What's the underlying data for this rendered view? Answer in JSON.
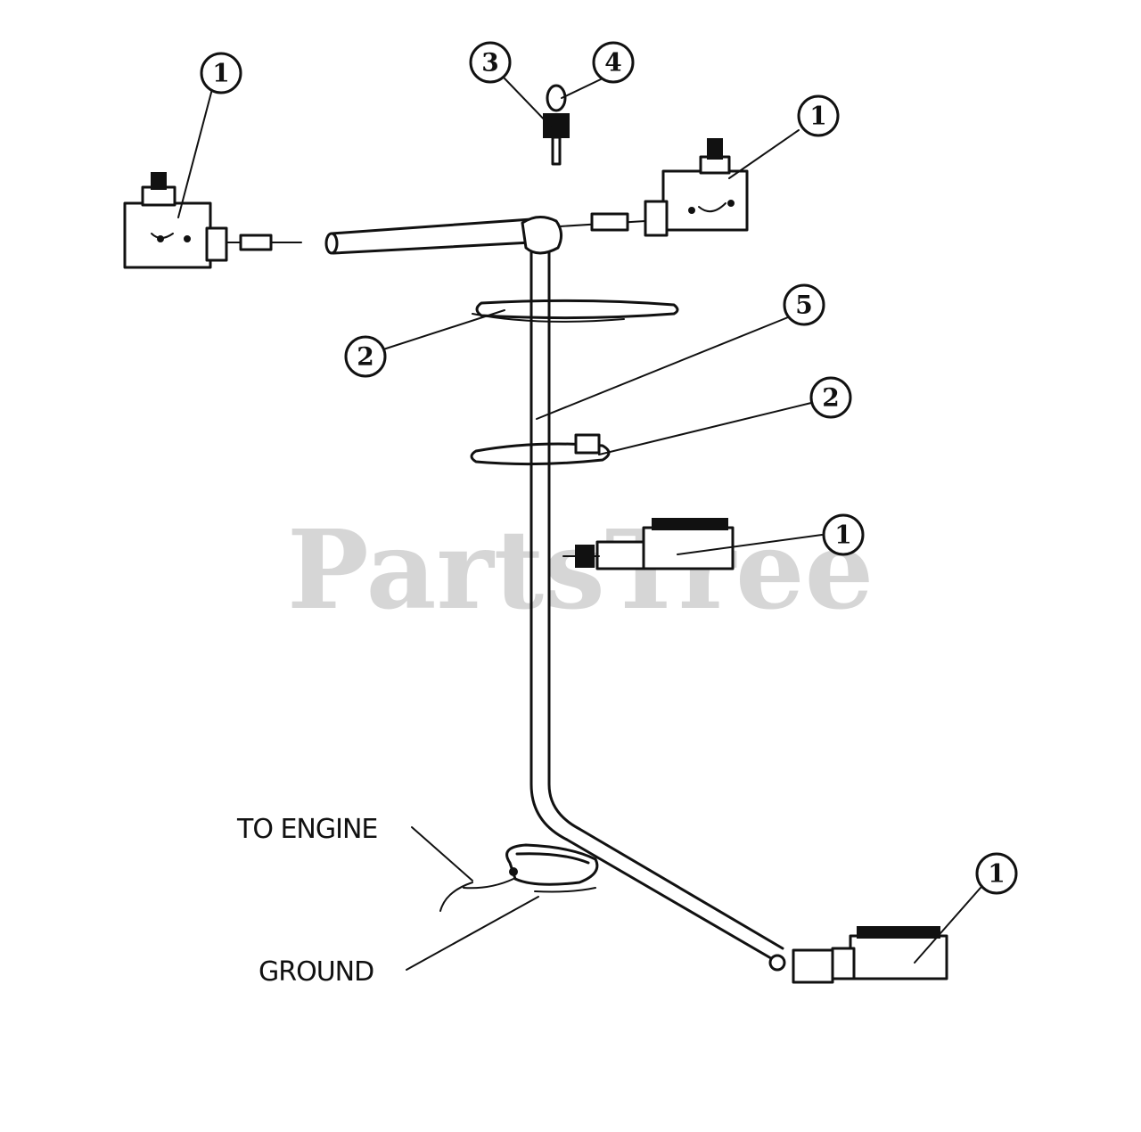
{
  "callouts": [
    {
      "id": "callout-1-top-left",
      "number": "1"
    },
    {
      "id": "callout-3",
      "number": "3"
    },
    {
      "id": "callout-4",
      "number": "4"
    },
    {
      "id": "callout-1-top-right",
      "number": "1"
    },
    {
      "id": "callout-5",
      "number": "5"
    },
    {
      "id": "callout-2-upper",
      "number": "2"
    },
    {
      "id": "callout-2-lower",
      "number": "2"
    },
    {
      "id": "callout-1-middle",
      "number": "1"
    },
    {
      "id": "callout-1-bottom",
      "number": "1"
    }
  ],
  "labels": {
    "to_engine": "TO ENGINE",
    "ground": "GROUND"
  },
  "watermark": "PartsTree"
}
